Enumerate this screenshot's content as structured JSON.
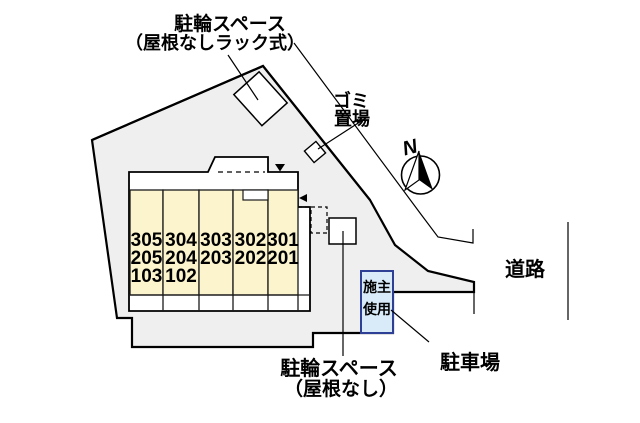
{
  "page": {
    "background": "#ffffff",
    "type": "site-plan"
  },
  "colors": {
    "site_fill": "#efefef",
    "line": "#000000",
    "unit_fill": "#fbf4cd",
    "owner_box_fill": "#d9eaf8",
    "owner_box_border": "#2e3f96"
  },
  "labels": {
    "bike_rack_roofless_line1": "駐輪スペース",
    "bike_rack_roofless_line2": "（屋根なしラック式）",
    "garbage_line1": "ゴミ",
    "garbage_line2": "置場",
    "road": "道路",
    "parking": "駐車場",
    "bike_noroof_line1": "駐輪スペース",
    "bike_noroof_line2": "（屋根なし）",
    "owner_use_line1": "施主",
    "owner_use_line2": "使用",
    "north": "N"
  },
  "building": {
    "rooms": [
      [
        "305",
        "304",
        "303",
        "302",
        "301"
      ],
      [
        "205",
        "204",
        "203",
        "202",
        "201"
      ],
      [
        "103",
        "102"
      ]
    ]
  }
}
